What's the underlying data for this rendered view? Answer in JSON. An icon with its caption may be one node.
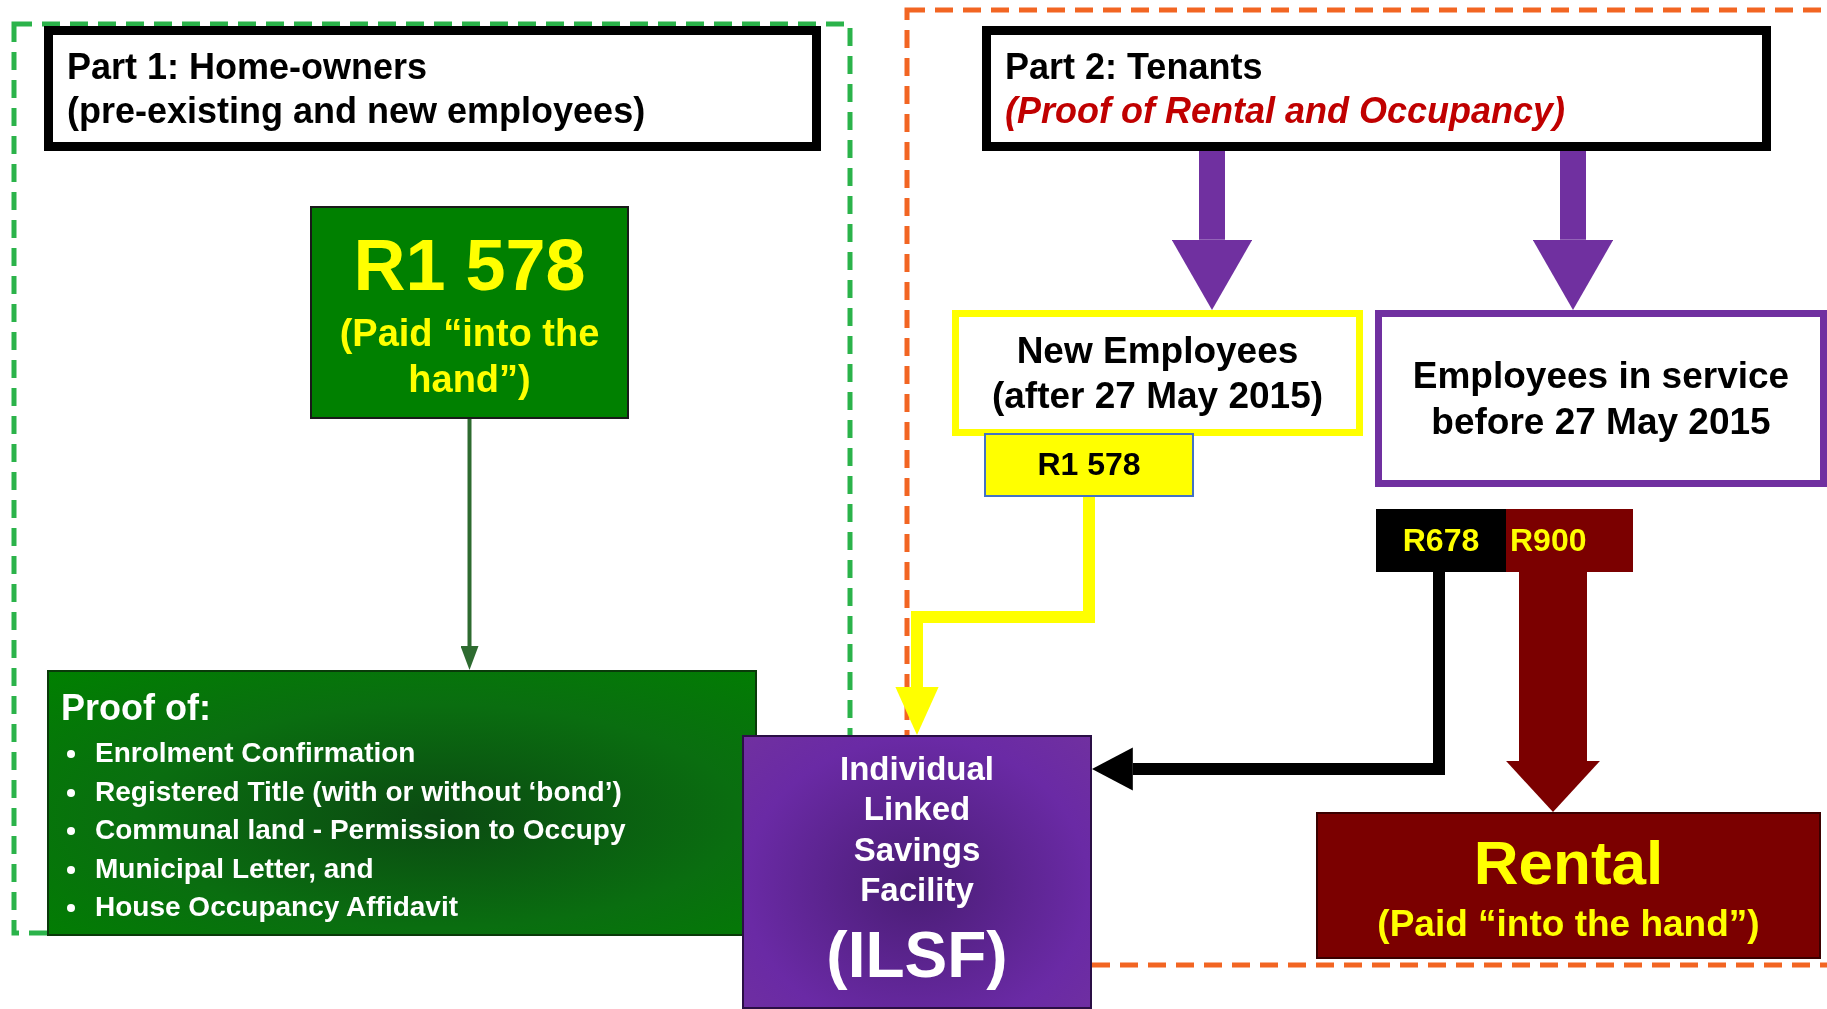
{
  "diagram": {
    "nodes": [
      {
        "text": [
          "Part 1: Home-owners",
          "(pre-existing and new employees)"
        ]
      },
      {
        "text": [
          "Part 2: Tenants",
          "(Proof of Rental and Occupancy)"
        ]
      },
      {
        "text": [
          "R1 578",
          "(Paid “into the hand”)"
        ]
      },
      {
        "text": [
          "Proof of:",
          "Enrolment Confirmation",
          "Registered Title (with or without ‘bond’)",
          "Communal land - Permission to Occupy",
          "Municipal Letter, and",
          "House Occupancy Affidavit"
        ]
      },
      {
        "text": [
          "Individual Linked Savings Facility",
          "(ILSF)"
        ]
      },
      {
        "text": [
          "New Employees (after 27 May 2015)"
        ]
      },
      {
        "text": [
          "R1 578"
        ]
      },
      {
        "text": [
          "Employees in service before 27 May 2015"
        ]
      },
      {
        "text": [
          "R678"
        ]
      },
      {
        "text": [
          "R900"
        ]
      },
      {
        "text": [
          "Rental",
          "(Paid “into the hand”)"
        ]
      }
    ],
    "edges": [
      {
        "from": 2,
        "to": 3,
        "arrow": "to",
        "color": "#2e6b30"
      },
      {
        "from": 1,
        "to": 5,
        "arrow": "to",
        "style": "thick",
        "color": "#7030a0"
      },
      {
        "from": 1,
        "to": 7,
        "arrow": "to",
        "style": "thick",
        "color": "#7030a0"
      },
      {
        "from": 6,
        "to": 4,
        "arrow": "to",
        "color": "#ffff00"
      },
      {
        "from": 8,
        "to": 4,
        "arrow": "to",
        "color": "#000000"
      },
      {
        "from": 9,
        "to": 10,
        "arrow": "to",
        "style": "thick",
        "color": "#7b0000"
      }
    ]
  }
}
